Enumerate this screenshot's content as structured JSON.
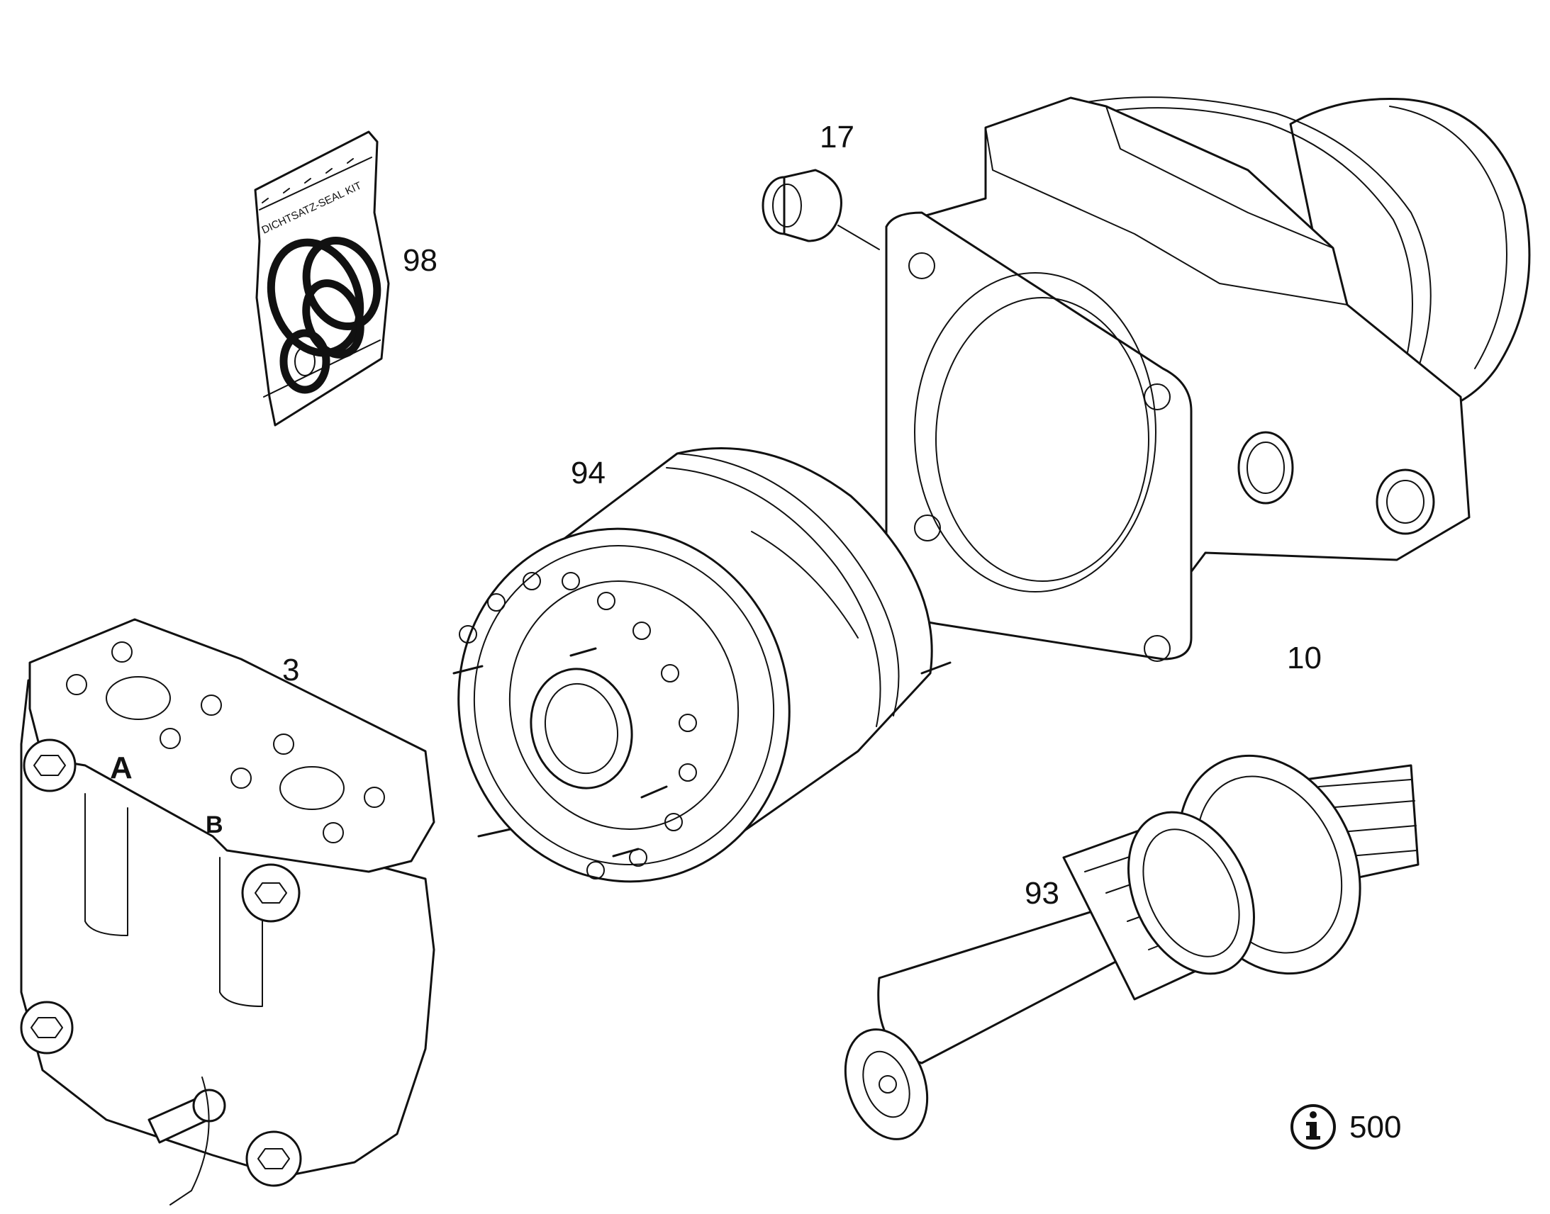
{
  "callouts": {
    "seal_kit": "98",
    "plug": "17",
    "housing": "10",
    "rotary_group": "94",
    "control_plate": "3",
    "drive_shaft": "93",
    "info_reference": "500"
  },
  "seal_kit_bag_text": "DICHTSATZ-SEAL KIT",
  "port_labels": {
    "port_a": "A",
    "port_b": "B"
  },
  "icons": {
    "info": "info-circle-icon"
  },
  "colors": {
    "line": "#111111",
    "background": "#ffffff"
  }
}
